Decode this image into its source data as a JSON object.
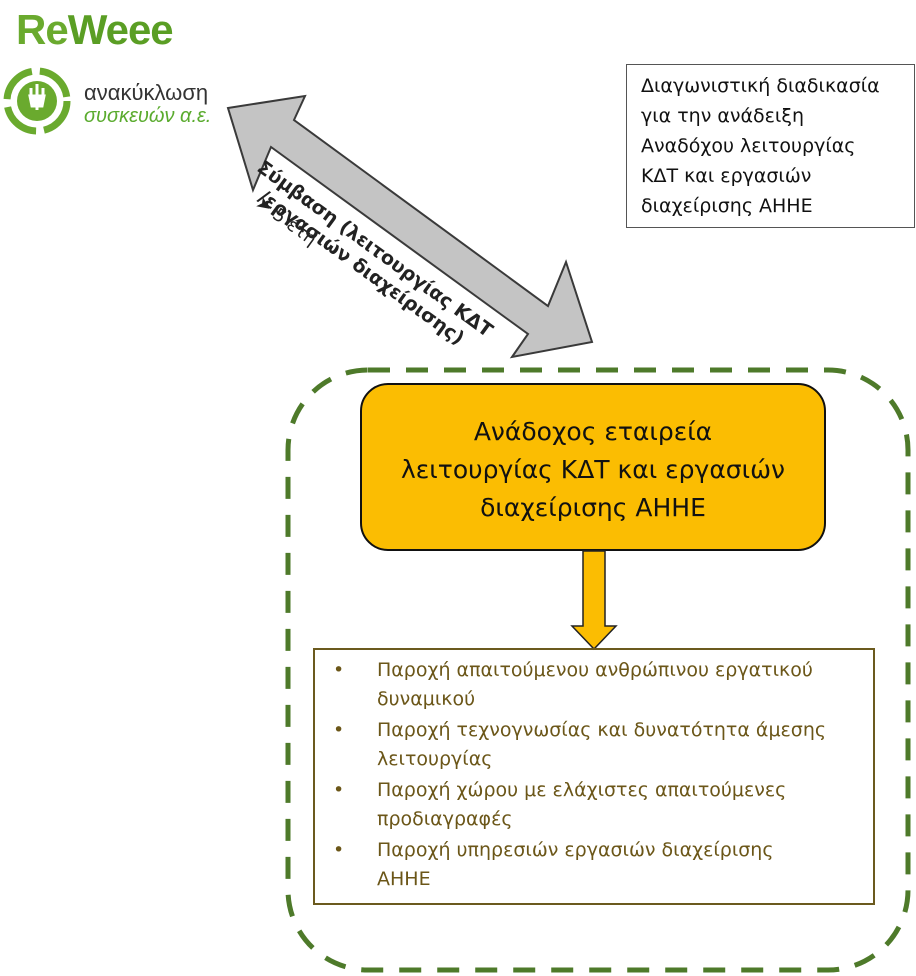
{
  "logo": {
    "brand_prefix": "Re",
    "brand_suffix": "Weee",
    "line1": "ανακύκλωση",
    "line2": "συσκευών α.ε."
  },
  "process_box": {
    "lines": [
      "Διαγωνιστική διαδικασία",
      "για την ανάδειξη",
      "Αναδόχου λειτουργίας",
      "ΚΔΤ και εργασιών",
      "διαχείρισης ΑΗΗΕ"
    ]
  },
  "contract": {
    "line1": "Σύμβαση (λειτουργίας ΚΔΤ",
    "line2": "/εργασιών διαχείρισης)",
    "duration": "5 έτη",
    "duration_marker": "➤"
  },
  "contractor": {
    "lines": [
      "Ανάδοχος εταιρεία",
      "λειτουργίας ΚΔΤ και εργασιών",
      "διαχείρισης ΑΗΗΕ"
    ]
  },
  "services": {
    "bullet": "•",
    "items": [
      {
        "line1": "Παροχή απαιτούμενου ανθρώπινου εργατικού",
        "line2": "δυναμικού"
      },
      {
        "line1": "Παροχή τεχνογνωσίας και δυνατότητα άμεσης",
        "line2": "λειτουργίας"
      },
      {
        "line1": "Παροχή χώρου με ελάχιστες απαιτούμενες",
        "line2": "προδιαγραφές"
      },
      {
        "line1": "Παροχή υπηρεσιών εργασιών διαχείρισης",
        "line2": "ΑΗΗΕ"
      }
    ]
  },
  "colors": {
    "brand_green": "#6aaa2e",
    "contractor_fill": "#fbbd02",
    "dash_green": "#4e7a2a",
    "arrow_fill": "#c4c4c4",
    "service_text": "#6b5618"
  }
}
